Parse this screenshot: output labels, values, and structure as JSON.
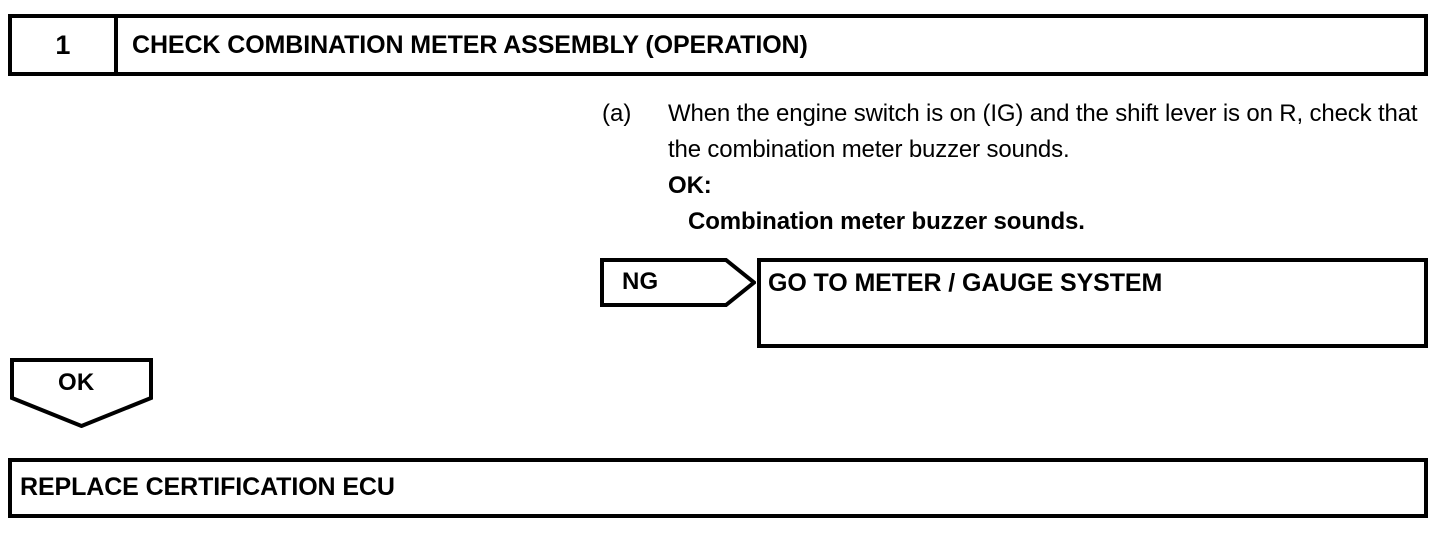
{
  "step": {
    "number": "1",
    "title": "CHECK COMBINATION METER ASSEMBLY (OPERATION)"
  },
  "instruction": {
    "marker": "(a)",
    "text": "When the engine switch is on (IG) and the shift lever is on R, check that the combination meter buzzer sounds.",
    "ok_label": "OK:",
    "ok_criteria": "Combination meter buzzer sounds."
  },
  "branches": {
    "ng": {
      "label": "NG",
      "result": "GO TO METER / GAUGE SYSTEM"
    },
    "ok": {
      "label": "OK",
      "result": "REPLACE CERTIFICATION ECU"
    }
  },
  "colors": {
    "ink": "#000000",
    "paper": "#ffffff"
  }
}
